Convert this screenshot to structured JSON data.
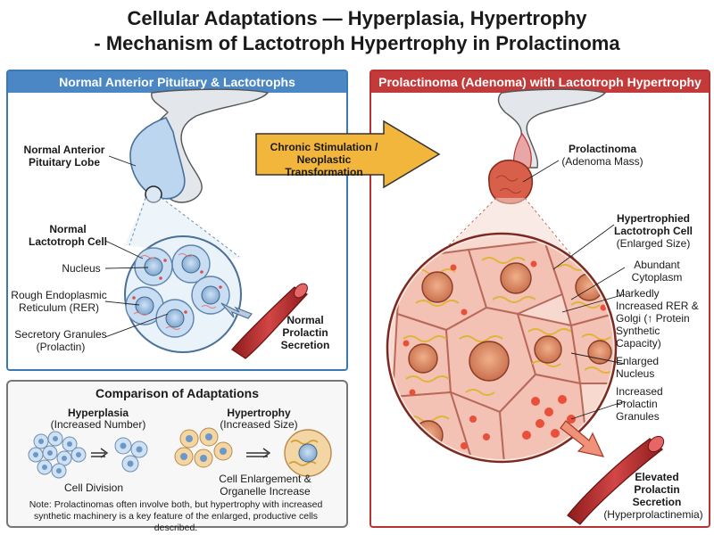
{
  "title": {
    "line1": "Cellular Adaptations — Hyperplasia, Hypertrophy",
    "line2": "- Mechanism of Lactotroph Hypertrophy in Prolactinoma"
  },
  "left_panel": {
    "header": "Normal Anterior Pituitary & Lactotrophs",
    "pituitary_label": "Normal Anterior\nPituitary Lobe",
    "cell_label": "Normal\nLactotroph Cell",
    "nucleus_label": "Nucleus",
    "rer_label": "Rough Endoplasmic\nReticulum (RER)",
    "granules_label": "Secretory Granules\n(Prolactin)",
    "secretion_label": "Normal\nProlactin\nSecretion"
  },
  "arrow": {
    "label": "Chronic Stimulation /\nNeoplastic Transformation"
  },
  "right_panel": {
    "header": "Prolactinoma (Adenoma) with Lactotroph Hypertrophy",
    "mass_title": "Prolactinoma",
    "mass_sub": "(Adenoma Mass)",
    "cell_title": "Hypertrophied\nLactotroph Cell",
    "cell_sub": "(Enlarged Size)",
    "cytoplasm_label": "Abundant\nCytoplasm",
    "rer_label": "Markedly\nIncreased RER &\nGolgi (↑ Protein\nSynthetic\nCapacity)",
    "nucleus_label": "Enlarged\nNucleus",
    "granules_label": "Increased\nProlactin\nGranules",
    "secretion_title": "Elevated\nProlactin\nSecretion",
    "secretion_sub": "(Hyperprolactinemia)"
  },
  "comparison": {
    "title": "Comparison of Adaptations",
    "hyperplasia_title": "Hyperplasia",
    "hyperplasia_sub": "(Increased Number)",
    "hypertrophy_title": "Hypertrophy",
    "hypertrophy_sub": "(Increased Size)",
    "cell_division": "Cell Division",
    "cell_enlargement": "Cell Enlargement &\nOrganelle Increase",
    "note": "Note: Prolactinomas often involve both, but hypertrophy with increased synthetic machinery is a key feature of the enlarged, productive cells described."
  },
  "colors": {
    "left_accent": "#4a87c4",
    "right_accent": "#c43a3a",
    "arrow_fill": "#f2b63c",
    "normal_cell": "#c9def2",
    "hypertrophic_cell": "#f3c2b4",
    "rer_yellow": "#e8c14a",
    "vessel_red": "#b62a2a"
  }
}
